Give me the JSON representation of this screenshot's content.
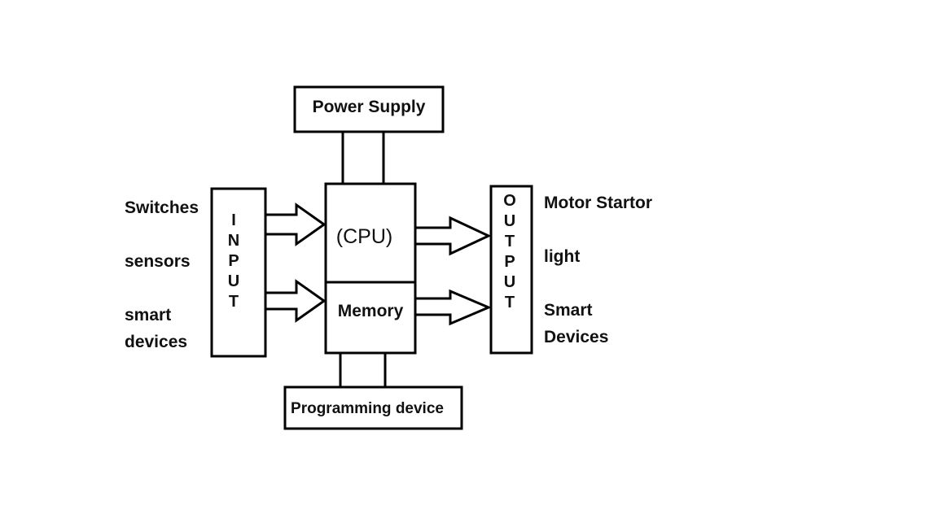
{
  "blocks": {
    "power_supply": "Power Supply",
    "cpu": "(CPU)",
    "memory": "Memory",
    "programming_device": "Programming device",
    "input_letters": [
      "I",
      "N",
      "P",
      "U",
      "T"
    ],
    "output_letters": [
      "O",
      "U",
      "T",
      "P",
      "U",
      "T"
    ]
  },
  "inputs": {
    "switches": "Switches",
    "sensors": "sensors",
    "smart_devices_line1": "smart",
    "smart_devices_line2": "devices"
  },
  "outputs": {
    "motor_startor": "Motor Startor",
    "light": "light",
    "smart_devices_line1": "Smart",
    "smart_devices_line2": "Devices"
  }
}
